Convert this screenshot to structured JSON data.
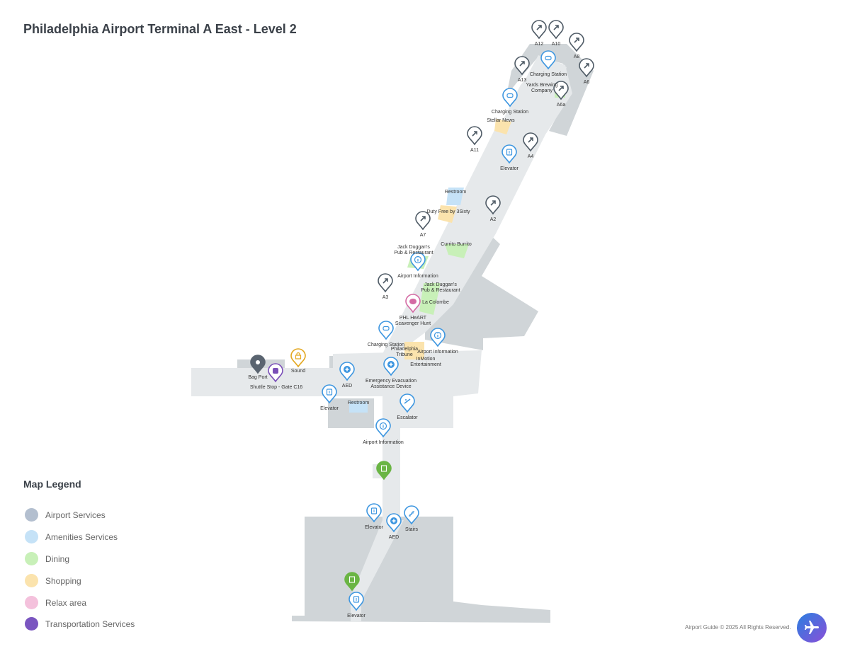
{
  "title": "Philadelphia Airport Terminal A East - Level 2",
  "legend": {
    "title": "Map Legend",
    "items": [
      {
        "label": "Airport Services",
        "color": "#b3bfcf"
      },
      {
        "label": "Amenities Services",
        "color": "#c5e2f7"
      },
      {
        "label": "Dining",
        "color": "#c8f0b8"
      },
      {
        "label": "Shopping",
        "color": "#fbe3ad"
      },
      {
        "label": "Relax area",
        "color": "#f4c1dc"
      },
      {
        "label": "Transportation Services",
        "color": "#7a55c0"
      }
    ]
  },
  "pins": [
    {
      "id": "gate-a12",
      "label": "A12",
      "type": "gate"
    },
    {
      "id": "gate-a10",
      "label": "A10",
      "type": "gate"
    },
    {
      "id": "gate-a8",
      "label": "A8",
      "type": "gate"
    },
    {
      "id": "gate-a6",
      "label": "A6",
      "type": "gate"
    },
    {
      "id": "gate-a13",
      "label": "A13",
      "type": "gate"
    },
    {
      "id": "gate-a6a",
      "label": "A6a",
      "type": "gate"
    },
    {
      "id": "gate-a11",
      "label": "A11",
      "type": "gate"
    },
    {
      "id": "gate-a4",
      "label": "A4",
      "type": "gate"
    },
    {
      "id": "gate-a2",
      "label": "A2",
      "type": "gate"
    },
    {
      "id": "gate-a7",
      "label": "A7",
      "type": "gate"
    },
    {
      "id": "gate-a3",
      "label": "A3",
      "type": "gate"
    },
    {
      "id": "charging-1",
      "label": "Charging Station",
      "type": "charging"
    },
    {
      "id": "charging-2",
      "label": "Charging Station",
      "type": "charging"
    },
    {
      "id": "charging-3",
      "label": "Charging Station",
      "type": "charging"
    },
    {
      "id": "elevator-1",
      "label": "Elevator",
      "type": "elevator"
    },
    {
      "id": "elevator-2",
      "label": "Elevator",
      "type": "elevator"
    },
    {
      "id": "elevator-3",
      "label": "Elevator",
      "type": "elevator"
    },
    {
      "id": "elevator-4",
      "label": "Elevator",
      "type": "elevator"
    },
    {
      "id": "info-1",
      "label": "Airport Information",
      "type": "info"
    },
    {
      "id": "info-2",
      "label": "Airport Information",
      "type": "info"
    },
    {
      "id": "info-3",
      "label": "Airport Information",
      "type": "info"
    },
    {
      "id": "scavenger",
      "label": "PHL HeART\nScavenger Hunt",
      "type": "art"
    },
    {
      "id": "aed-1",
      "label": "AED",
      "type": "aed"
    },
    {
      "id": "aed-2",
      "label": "AED",
      "type": "aed"
    },
    {
      "id": "evac",
      "label": "Emergency Evacuation\nAssistance Device",
      "type": "aed"
    },
    {
      "id": "escalator",
      "label": "Escalator",
      "type": "escalator"
    },
    {
      "id": "stairs",
      "label": "Stairs",
      "type": "stairs"
    },
    {
      "id": "bag-port",
      "label": "Bag Port",
      "type": "bag"
    },
    {
      "id": "shuttle",
      "label": "Shuttle Stop - Gate C16",
      "type": "shuttle"
    },
    {
      "id": "sound",
      "label": "Sound",
      "type": "shop"
    },
    {
      "id": "vending-1",
      "label": "",
      "type": "vending"
    },
    {
      "id": "vending-2",
      "label": "",
      "type": "vending"
    }
  ],
  "areas": [
    {
      "id": "yards",
      "label": "Yards Brewing\nCompany"
    },
    {
      "id": "stellar",
      "label": "Stellar News"
    },
    {
      "id": "restroom-1",
      "label": "Restroom"
    },
    {
      "id": "dutyfree",
      "label": "Duty Free by 3Sixty"
    },
    {
      "id": "jack1",
      "label": "Jack Duggan's\nPub & Restaurant"
    },
    {
      "id": "currito",
      "label": "Currito Burrito"
    },
    {
      "id": "jack2",
      "label": "Jack Duggan's\nPub & Restaurant"
    },
    {
      "id": "lacolombe",
      "label": "La Colombe"
    },
    {
      "id": "tribune",
      "label": "Philadelphia\nTribune"
    },
    {
      "id": "inmotion",
      "label": "InMotion\nEntertainment"
    },
    {
      "id": "restroom-2",
      "label": "Restroom"
    }
  ],
  "footer": "Airport Guide © 2025 All Rights Reserved.",
  "colors": {
    "corridor": "#e6e9eb",
    "building": "#d0d5d8",
    "gate": "#4f5b66",
    "amenity": "#3d96e0",
    "dining_pin": "#6ab544",
    "art": "#d46ba4",
    "shuttle": "#7a4fb8",
    "shop": "#e3a71f",
    "bag": "#5a6470"
  }
}
